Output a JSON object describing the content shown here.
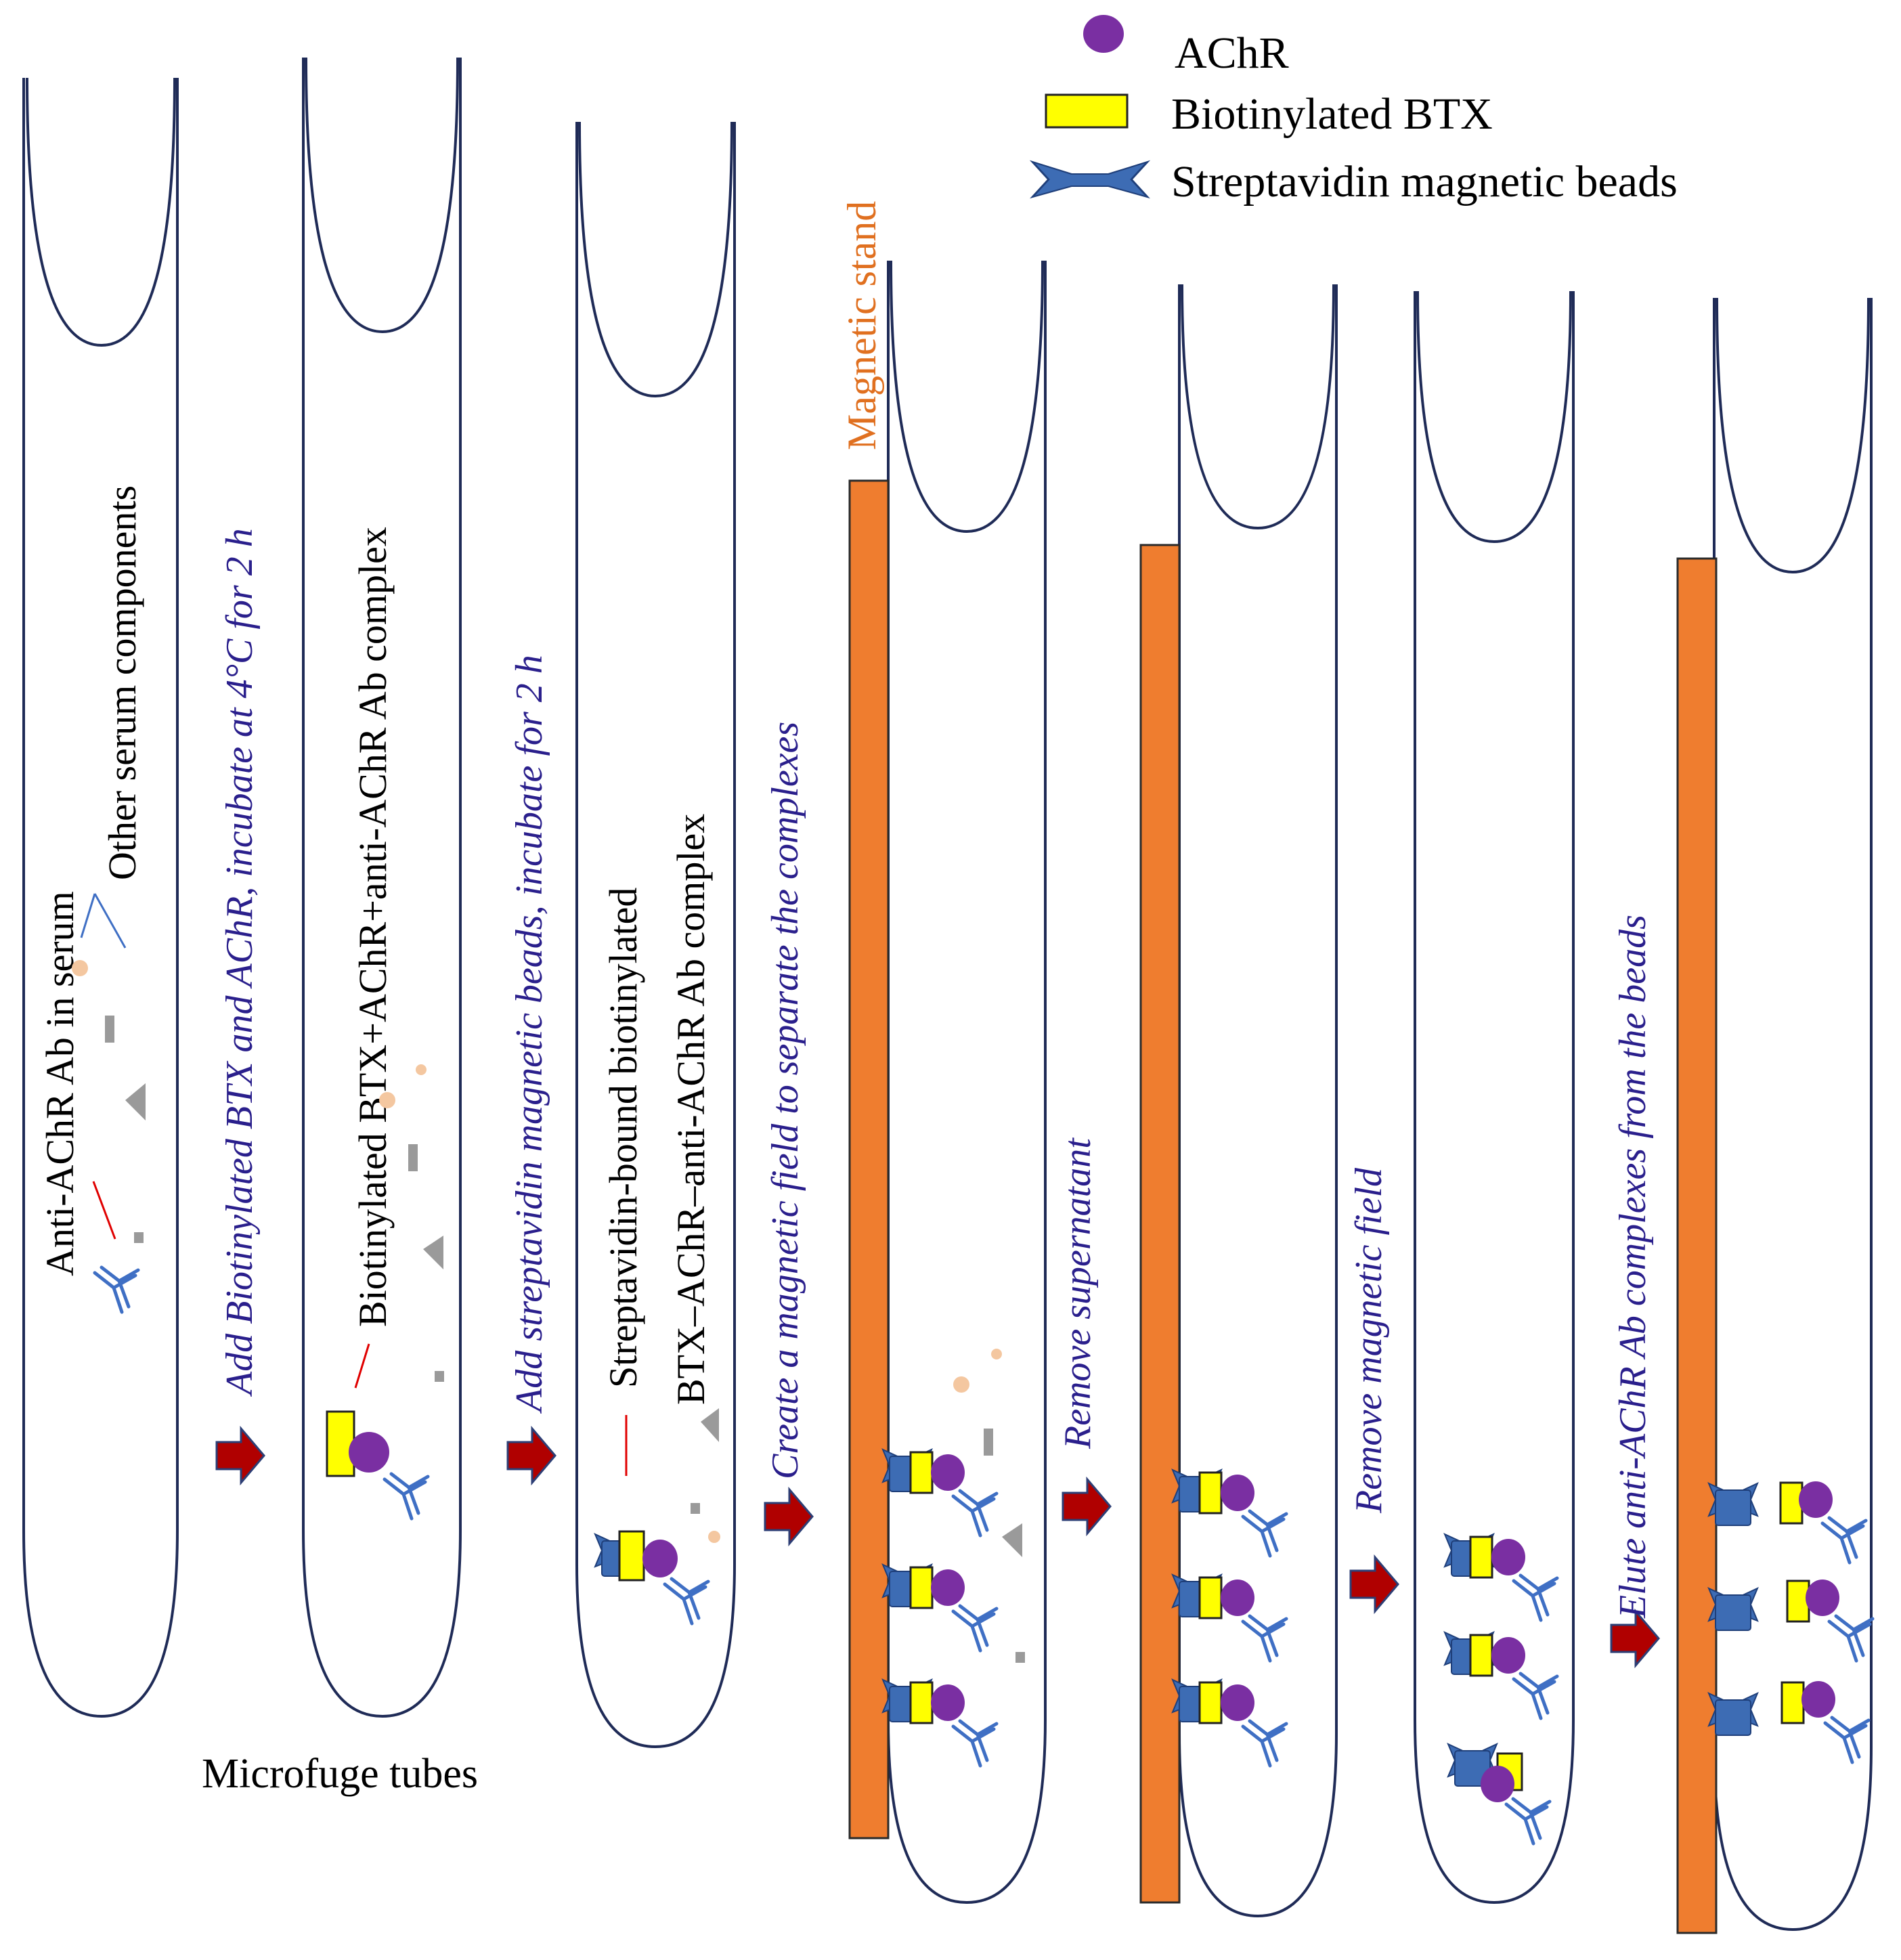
{
  "legend": {
    "achr": "AChR",
    "btx": "Biotinylated BTX",
    "beads": "Streptavidin magnetic beads"
  },
  "tube_labels": {
    "anti_achr_serum": "Anti-AChR Ab in serum",
    "other_serum": "Other serum components",
    "complex_1": "Biotinylated BTX+AChR+anti-AChR Ab complex",
    "complex_2a": "Streptavidin-bound biotinylated",
    "complex_2b": "BTX–AChR–anti-AChR Ab complex"
  },
  "steps": {
    "step1": "Add Biotinylated BTX and AChR, incubate at 4°C for 2 h",
    "step2": "Add streptavidin magnetic beads, incubate for 2 h",
    "step3": "Create a magnetic field to separate the complexes",
    "step4": "Remove supernatant",
    "step5": "Remove magnetic field",
    "step6": "Elute anti-AChR Ab complexes from the beads"
  },
  "footer": {
    "microfuge": "Microfuge tubes",
    "stand": "Magnetic stand"
  },
  "colors": {
    "achr": "#7a2fa2",
    "btx": "#ffff00",
    "beads": "#3d6cb4",
    "stand": "#ef7d2f",
    "arrow": "#b00000",
    "step_text": "#2a1f8c"
  }
}
